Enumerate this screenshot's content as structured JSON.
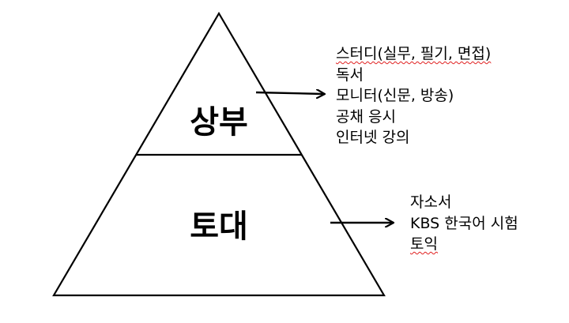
{
  "pyramid": {
    "top_label": "상부",
    "bottom_label": "토대"
  },
  "upper_list": {
    "items": [
      "스터디(실무, 필기, 면접)",
      "독서",
      "모니터(신문, 방송)",
      "공채 응시",
      "인터넷 강의"
    ]
  },
  "lower_list": {
    "items": [
      "자소서",
      "KBS 한국어 시험",
      "토익"
    ]
  }
}
